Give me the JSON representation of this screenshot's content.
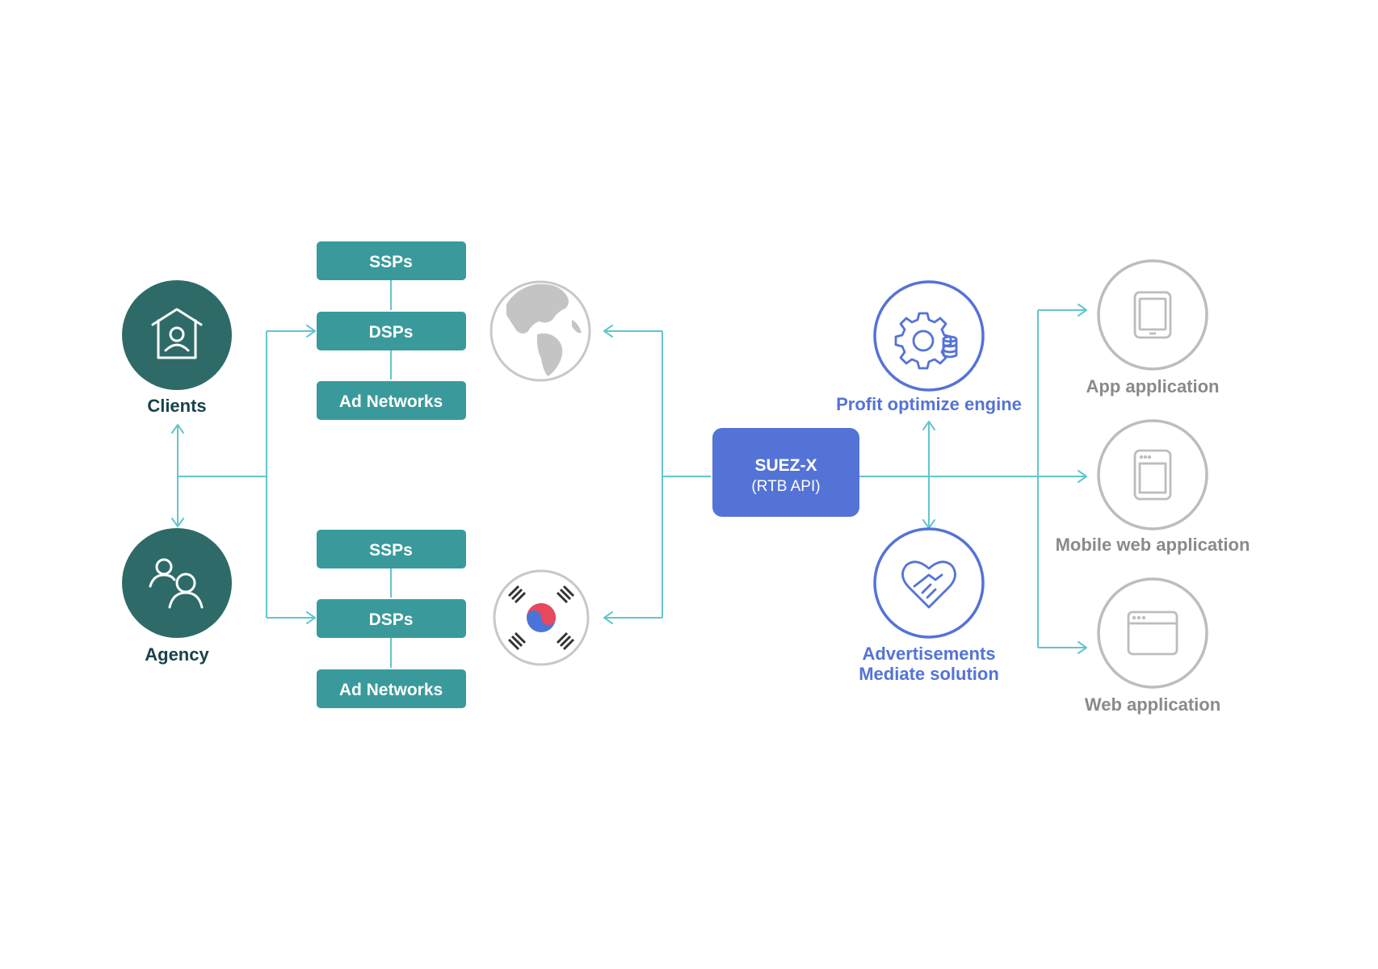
{
  "customers": {
    "clients_label": "Clients",
    "agency_label": "Agency"
  },
  "global_stack": {
    "ssps_label": "SSPs",
    "dsps_label": "DSPs",
    "adnetworks_label": "Ad Networks"
  },
  "korea_stack": {
    "ssps_label": "SSPs",
    "dsps_label": "DSPs",
    "adnetworks_label": "Ad Networks"
  },
  "suez": {
    "title": "SUEZ-X",
    "subtitle": "(RTB API)"
  },
  "engines": {
    "profit_label": "Profit optimize engine",
    "mediate_line1": "Advertisements",
    "mediate_line2": "Mediate solution"
  },
  "applications": {
    "app_label": "App application",
    "mobile_web_label": "Mobile web application",
    "web_label": "Web application"
  },
  "colors": {
    "teal_dark": "#2e6b68",
    "teal_box": "#3a9a9b",
    "connector": "#62c6cc",
    "suez_blue": "#5473d6",
    "gray_circle": "#bdbdbd"
  }
}
